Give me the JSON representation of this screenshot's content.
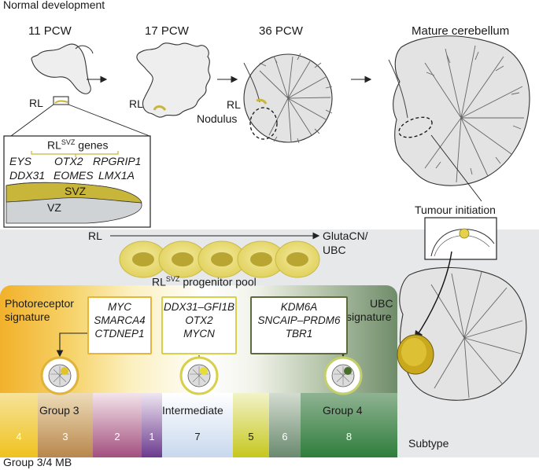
{
  "headers": {
    "normal_development": "Normal development",
    "group_mb": "Group 3/4 MB"
  },
  "stages": [
    "11 PCW",
    "17 PCW",
    "36 PCW",
    "Mature cerebellum"
  ],
  "labels": {
    "rl_11": "RL",
    "rl_17": "RL",
    "rl_36": "RL",
    "nodulus": "Nodulus",
    "tumour_initiation": "Tumour initiation",
    "rl_arrow": "RL",
    "glutacn": "GlutaCN/",
    "ubc": "UBC",
    "progenitor_pool": "progenitor pool",
    "photoreceptor": "Photoreceptor",
    "signature_left": "signature",
    "ubc_sig": "UBC",
    "signature_right": "signature",
    "group3": "Group 3",
    "intermediate": "Intermediate",
    "group4": "Group 4",
    "subtype": "Subtype"
  },
  "inset": {
    "title_main": "RL",
    "title_sup": "SVZ",
    "title_rest": " genes",
    "genes_row1": [
      "EYS",
      "OTX2",
      "RPGRIP1"
    ],
    "genes_row2": [
      "DDX31",
      "EOMES",
      "LMX1A"
    ],
    "svz": "SVZ",
    "vz": "VZ"
  },
  "pool_label": {
    "main": "RL",
    "sup": "SVZ"
  },
  "signatures": [
    {
      "lines": [
        "MYC",
        "SMARCA4",
        "CTDNEP1"
      ],
      "color": "#e8b53a"
    },
    {
      "lines": [
        "DDX31–GFI1B",
        "OTX2",
        "MYCN"
      ],
      "color": "#d8cf4a"
    },
    {
      "lines": [
        "KDM6A",
        "SNCAIP–PRDM6",
        "TBR1"
      ],
      "color": "#5e6b3f"
    }
  ],
  "subtypes": [
    {
      "label": "4",
      "color": "#f0c21f"
    },
    {
      "label": "3",
      "color": "#b8874c"
    },
    {
      "label": "2",
      "color": "#a34f7e"
    },
    {
      "label": "1",
      "color": "#6b3a8e"
    },
    {
      "label": "7",
      "color": "#c8d8ee"
    },
    {
      "label": "5",
      "color": "#c6c71e"
    },
    {
      "label": "6",
      "color": "#6a8a6e"
    },
    {
      "label": "8",
      "color": "#2f7d3c"
    }
  ],
  "colors": {
    "svz_yellow": "#c7b63a",
    "pool_yellow": "#ecde7a",
    "tissue_grey": "#d9d9d9",
    "panel_grey": "#e7e8ea"
  }
}
